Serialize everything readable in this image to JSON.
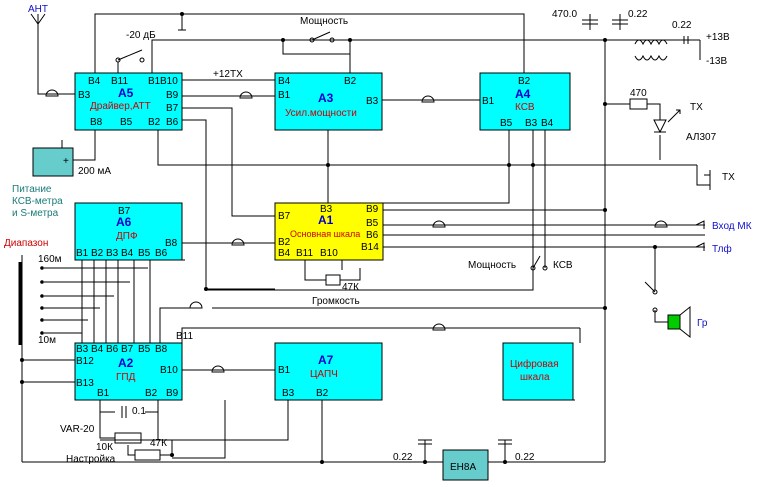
{
  "colors": {
    "block_fill": "#00ffff",
    "main_block_fill": "#ffff00",
    "power_block_fill": "#66cccc",
    "speaker_fill": "#00cc00",
    "label_blue": "#1010cc",
    "label_red": "#cc0000",
    "label_teal": "#1a7a7a"
  },
  "blocks": {
    "a5": {
      "id": "А5",
      "name": "Драйвер,АТТ",
      "pins": [
        "В4",
        "В11",
        "В1",
        "В3",
        "В10",
        "В9",
        "В7",
        "В8",
        "В5",
        "В2",
        "В6"
      ]
    },
    "a3": {
      "id": "А3",
      "name": "Усил.мощности",
      "pins": [
        "В4",
        "В2",
        "В1",
        "В3"
      ]
    },
    "a4": {
      "id": "А4",
      "name": "КСВ",
      "pins": [
        "В2",
        "В1",
        "В5",
        "В3",
        "В4"
      ]
    },
    "a6": {
      "id": "А6",
      "name": "ДПФ",
      "pins": [
        "В7",
        "В8",
        "В1",
        "В2",
        "В3",
        "В4",
        "В5",
        "В6"
      ]
    },
    "a1": {
      "id": "А1",
      "name": "Основная шкала",
      "pins": [
        "В3",
        "В9",
        "В7",
        "В5",
        "В6",
        "В2",
        "В14",
        "В4",
        "В11",
        "В10"
      ]
    },
    "a2": {
      "id": "А2",
      "name": "ГПД",
      "pins": [
        "В3",
        "В4",
        "В6",
        "В7",
        "В5",
        "В8",
        "В12",
        "В10",
        "В13",
        "В1",
        "В2",
        "В9",
        "В11"
      ]
    },
    "a7": {
      "id": "А7",
      "name": "ЦАПЧ",
      "pins": [
        "В1",
        "В3",
        "В2"
      ]
    },
    "scale": {
      "name": "Цифровая шкала"
    },
    "reg": {
      "name": "ЕН8А"
    }
  },
  "labels": {
    "ant": "АНТ",
    "att": "-20 дБ",
    "power_sw": "Мощность",
    "plus12tx": "+12ТХ",
    "c1": "470.0",
    "c2": "0.22",
    "c3": "0.22",
    "plus13": "+13В",
    "minus13": "-13В",
    "r470": "470",
    "tx1": "ТХ",
    "led": "АЛ307",
    "tx2": "ТХ",
    "meter": "200 мА",
    "meter_plus": "+",
    "supply": [
      "Питание",
      "КСВ-метра",
      "и S-метра"
    ],
    "band": "Диапазон",
    "b160": "160м",
    "b10": "10м",
    "r47k_vol": "47К",
    "volume": "Громкость",
    "sw_power": "Мощность",
    "sw_swr": "КСВ",
    "mic_in": "Вход МК",
    "phone": "Тлф",
    "speaker": "Гр",
    "var20": "VAR-20",
    "c01": "0.1",
    "r10k": "10К",
    "r47k_tune": "47К",
    "tune": "Настройка",
    "c022a": "0.22",
    "c022b": "0.22"
  }
}
